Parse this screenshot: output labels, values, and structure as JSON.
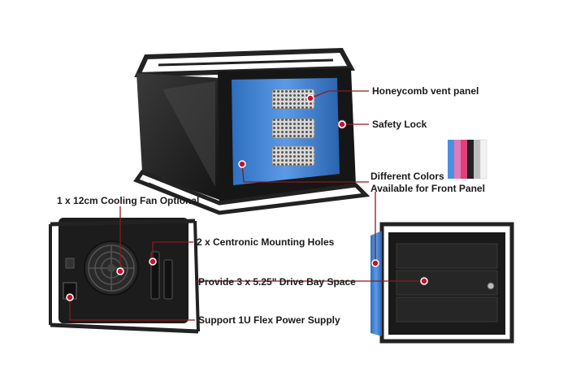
{
  "callouts": {
    "honeycomb": "Honeycomb vent panel",
    "safety_lock": "Safety Lock",
    "colors_line1": "Different Colors",
    "colors_line2": "Available for Front Panel",
    "cooling_fan": "1 x 12cm Cooling Fan Optional",
    "mounting_holes": "2 x Centronic Mounting Holes",
    "drive_bay": "Provide 3 x 5.25\" Drive Bay Space",
    "power_supply": "Support 1U Flex Power Supply"
  },
  "colors": {
    "accent_blue": "#3a7fd0",
    "callout_red": "#c8102e",
    "body_black": "#1e1e1e",
    "swatches": [
      "#4a8fe0",
      "#e07ab8",
      "#e0407a",
      "#222222",
      "#bdbdbd",
      "#f2f2f2"
    ]
  }
}
